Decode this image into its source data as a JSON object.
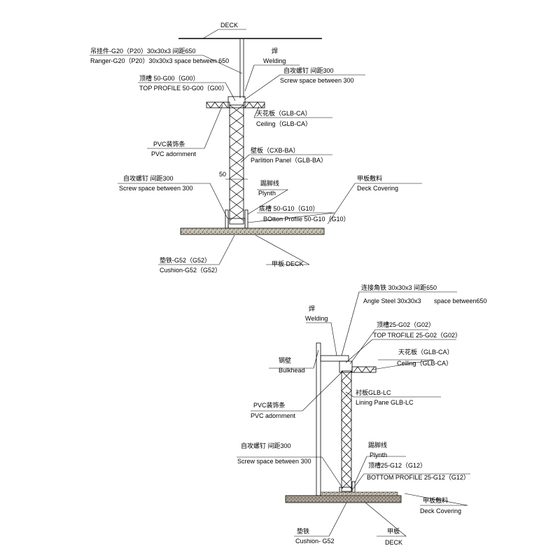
{
  "top": {
    "deck_top": "DECK",
    "hanger_cn": "吊挂件-G20（P20）30x30x3  间距650",
    "hanger_en": "Ranger-G20（P20）30x30x3 space between 650",
    "welding_cn": "焊",
    "welding_en": "Welding",
    "screw_top_cn": "自攻螺钉  间距300",
    "screw_top_en": "Screw space between 300",
    "top_profile_cn": "顶槽  50-G00（G00）",
    "top_profile_en": "TOP PROFILE 50-G00（G00）",
    "ceiling_cn": "天花板（GLB-CA）",
    "ceiling_en": "Ceiling（GLB-CA）",
    "pvc_cn": "PVC装饰条",
    "pvc_en": "PVC adornment",
    "panel_cn": "壁板（CXB-BA）",
    "panel_en": "Parlition Panel（GLB-BA）",
    "dim_50": "50",
    "screw_bottom_cn": "自攻螺钉  间距300",
    "screw_bottom_en": "Screw space between 300",
    "plynth_cn": "踢脚线",
    "plynth_en": "Plynth",
    "deck_covering_cn": "甲板敷料",
    "deck_covering_en": "Deck Covering",
    "bottom_profile_cn": "底槽  50-G10（G10）",
    "bottom_profile_en": "BOtton Profile 50-G10（G10）",
    "cushion_cn": "垫铁-G52（G52）",
    "cushion_en": "Cushion-G52（G52）",
    "deck_bottom": "甲板  DECK"
  },
  "bottom": {
    "angle_cn": "连接角铁  30x30x3    间距650",
    "angle_en_a": "Angle Steel 30x30x3",
    "angle_en_b": "space between650",
    "welding_cn": "焊",
    "welding_en": "Welding",
    "top_profile_cn": "顶槽25-G02（G02）",
    "top_profile_en": "TOP TROFILE 25-G02（G02）",
    "ceiling_cn": "天花板（GLB-CA）",
    "ceiling_en": "Ceiling（GLB-CA）",
    "bulkhead_cn": "钢壁",
    "bulkhead_en": "Bulkhead",
    "lining_cn": "衬板GLB-LC",
    "lining_en": "Lining Pane GLB-LC",
    "pvc_cn": "PVC装饰条",
    "pvc_en": "PVC adornment",
    "screw_cn": "自攻螺钉  间距300",
    "screw_en": "Screw space between 300",
    "plynth_cn": "踢脚线",
    "plynth_en": "Plynth",
    "bottom_profile_cn": "顶槽25-G12（G12）",
    "bottom_profile_en": "BOTTOM PROFILE 25-G12（G12）",
    "deck_covering_cn": "甲板敷料",
    "deck_covering_en": "Deck Covering",
    "cushion_cn": "垫铁",
    "cushion_en": "Cushion- G52",
    "deck_cn": "甲板",
    "deck_en": "DECK"
  }
}
